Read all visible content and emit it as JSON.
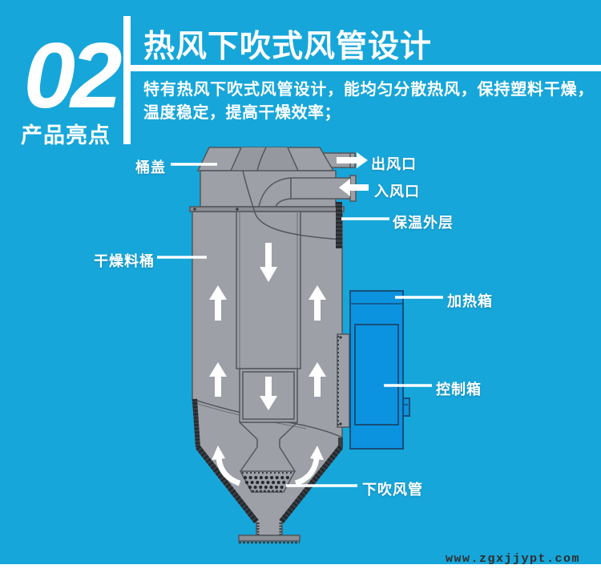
{
  "page": {
    "watermark": "www.zgxjjypt.com",
    "colors": {
      "background": "#16a6da",
      "machine_gray": "#9da0a6",
      "control_box_blue": "#0b93e0",
      "text_white": "#ffffff"
    }
  },
  "header": {
    "badge_number": "02",
    "badge_label": "产品亮点",
    "title": "热风下吹式风管设计",
    "description": "特有热风下吹式风管设计，能均匀分散热风，保持塑料干燥，温度稳定，提高干燥效率；"
  },
  "diagram": {
    "labels": [
      {
        "id": "lid",
        "text": "桶盖"
      },
      {
        "id": "air-outlet",
        "text": "出风口"
      },
      {
        "id": "air-inlet",
        "text": "入风口"
      },
      {
        "id": "insulation-layer",
        "text": "保温外层"
      },
      {
        "id": "drying-barrel",
        "text": "干燥料桶"
      },
      {
        "id": "heating-box",
        "text": "加热箱"
      },
      {
        "id": "control-box",
        "text": "控制箱"
      },
      {
        "id": "down-blow-duct",
        "text": "下吹风管"
      }
    ]
  }
}
